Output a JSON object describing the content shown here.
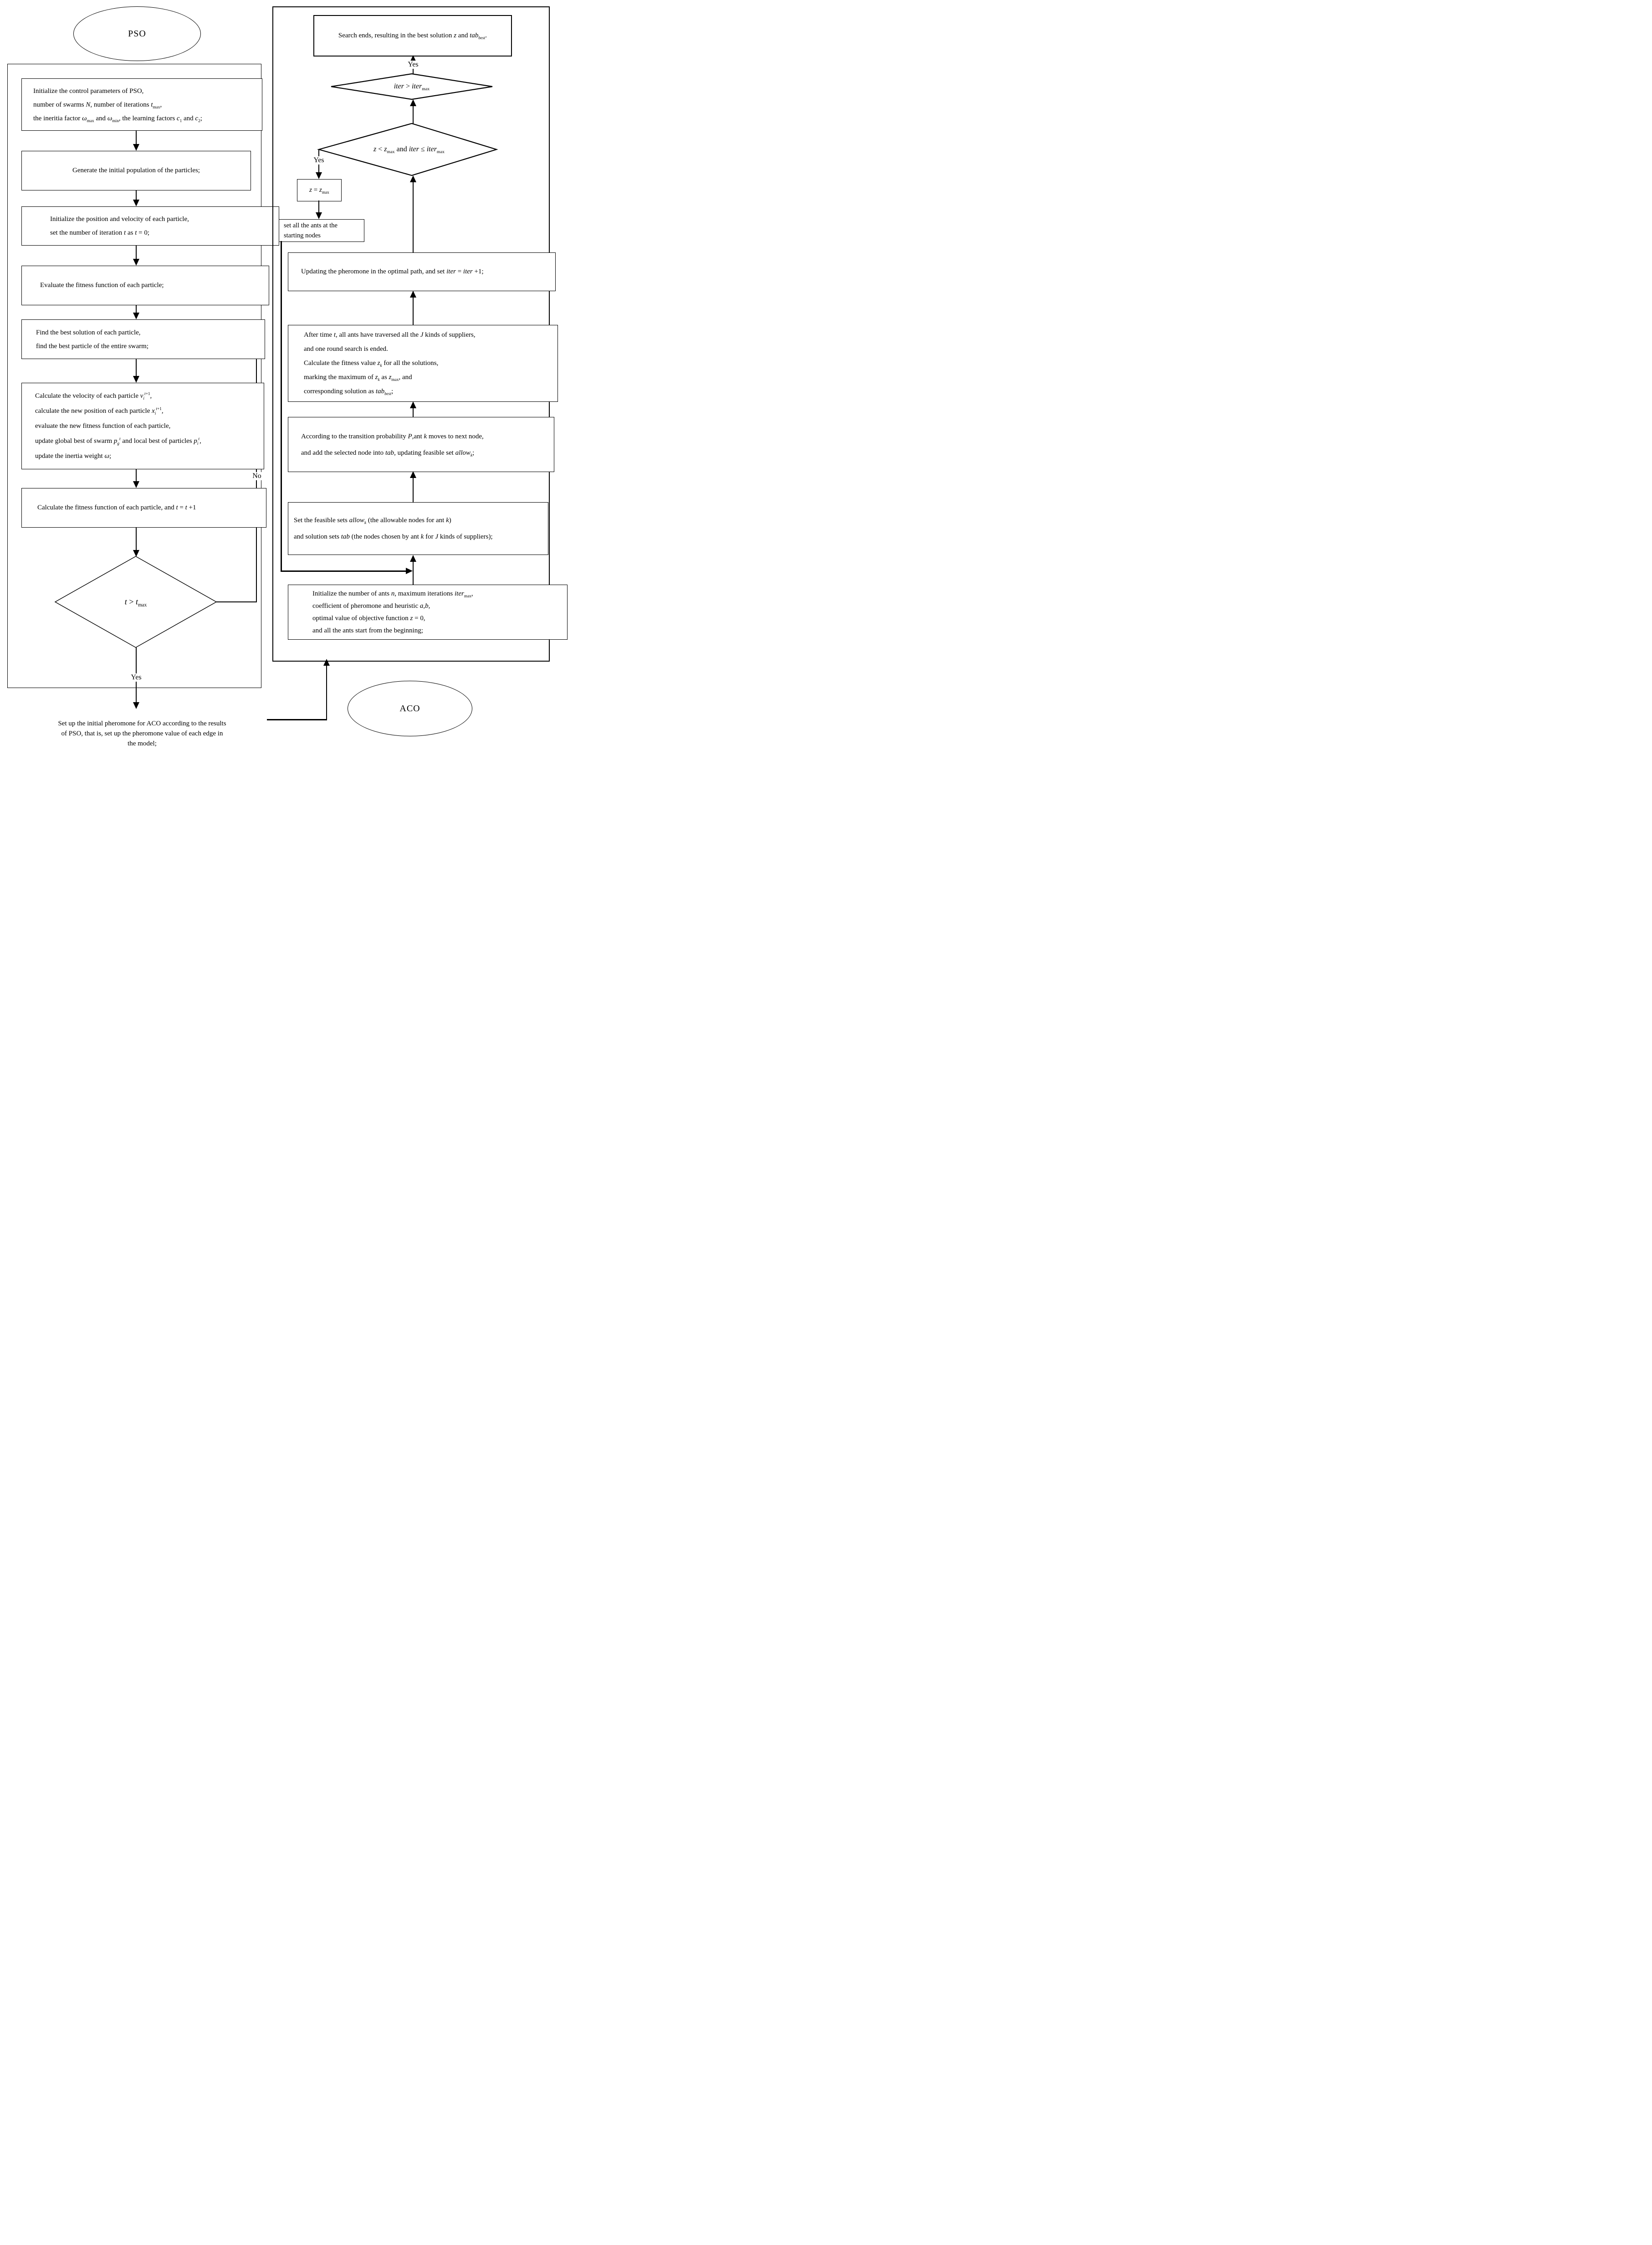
{
  "pso": {
    "label": "PSO"
  },
  "aco": {
    "label": "ACO"
  },
  "left": {
    "box_init_params": {
      "lines": [
        "Initialize the control parameters of PSO,",
        "number of swarms <i>N</i>, number of iterations <i>t</i><sub>max</sub>,",
        "the ineritia factor <i>&omega;</i><sub>max</sub> and <i>&omega;</i><sub>min</sub>, the learning factors <i>c</i><sub>1</sub> and <i>c</i><sub>2</sub>;"
      ]
    },
    "box_generate": {
      "text": "Generate the initial population of the particles;"
    },
    "box_init_position": {
      "lines": [
        "Initialize the position and velocity of each particle,",
        "set the number of iteration <i>t</i> as <i>t</i> = 0;"
      ]
    },
    "box_evaluate": {
      "text": "Evaluate the fitness function of each particle;"
    },
    "box_find_best": {
      "lines": [
        "Find the best solution of each particle,",
        "find the best particle of the entire swarm;"
      ]
    },
    "box_calc_velocity": {
      "lines": [
        "Calculate the velocity of each particle <i>v</i><sub><i>i</i></sub><sup><i>t</i>+1</sup>,",
        "calculate the new position of each particle <i>x</i><sub><i>i</i></sub><sup><i>t</i>+1</sup>,",
        "evaluate the new fitness function of each particle,",
        "update global best of swarm <i>p</i><sub><i>g</i></sub><sup><i>t</i></sup> and local best of particles <i>p</i><sub><i>i</i></sub><sup><i>t</i></sup>,",
        "update the inertia weight <i>&omega;</i>;"
      ]
    },
    "box_calc_fitness": {
      "text": "Calculate the fitness function of each particle, and <i>t</i> = <i>t</i> +1"
    },
    "diamond_t": {
      "text": "<i>t</i> &gt; <i>t</i><sub>max</sub>"
    },
    "label_yes": "Yes",
    "label_no": "No",
    "footer": {
      "lines": [
        "Set up the initial pheromone for ACO according to the results",
        "of PSO, that is, set up the pheromone value of each edge in",
        "the model;"
      ]
    }
  },
  "right": {
    "box_search_ends": {
      "text": "Search ends, resulting in the best solution <i>z</i> and <i>tab</i><sub><i>best</i></sub>."
    },
    "label_yes_top": "Yes",
    "diamond_iter": {
      "text": "<i>iter</i> &gt; <i>iter</i><sub>max</sub>"
    },
    "diamond_z": {
      "text": "<i>z</i> &lt; <i>z</i><sub>max</sub> and <i>iter</i> &le; <i>iter</i><sub>max</sub>"
    },
    "label_yes_left": "Yes",
    "box_z_max": {
      "text": "<i>z</i> = <i>z</i><sub>max</sub>"
    },
    "box_set_ants": {
      "lines": [
        "set all the ants at the",
        "starting nodes"
      ]
    },
    "box_updating": {
      "text": "Updating the pheromone in the optimal path, and set <i>iter</i> = <i>iter</i> +1;"
    },
    "box_after_time": {
      "lines": [
        "After time <i>t</i>, all ants have traversed all the <i>J</i> kinds of suppliers,",
        "and one round search is ended.",
        "Calculate the fitness value <i>z</i><sub><i>k</i></sub> for all the solutions,",
        "marking the maximum of <i>z</i><sub><i>k</i></sub> as <i>z</i><sub>max</sub>, and",
        "corresponding solution as <i>tab</i><sub><i>best</i></sub>;"
      ]
    },
    "box_according": {
      "lines": [
        "According to the transition probability <i>P</i>,ant <i>k</i> moves to next node,",
        "and add the selected node into <i>tab</i>, updating feasible set <i>allow</i><sub><i>k</i></sub>;"
      ]
    },
    "box_feasible": {
      "lines": [
        "Set the feasible sets <i>allow</i><sub><i>k</i></sub> (the allowable nodes for ant <i>k</i>)",
        "and solution sets <i>tab</i> (the nodes chosen by ant <i>k</i> for <i>J</i> kinds of suppliers);"
      ]
    },
    "box_init_ants": {
      "lines": [
        "Initialize the number of ants <i>n</i>, maximum iterations <i>iter</i><sub>max</sub>,",
        "coefficient of pheromone and heuristic <i>a</i>,<i>b</i>,",
        "optimal value of objective function <i>z</i> = 0,",
        "and all the ants start from the beginning;"
      ]
    }
  }
}
